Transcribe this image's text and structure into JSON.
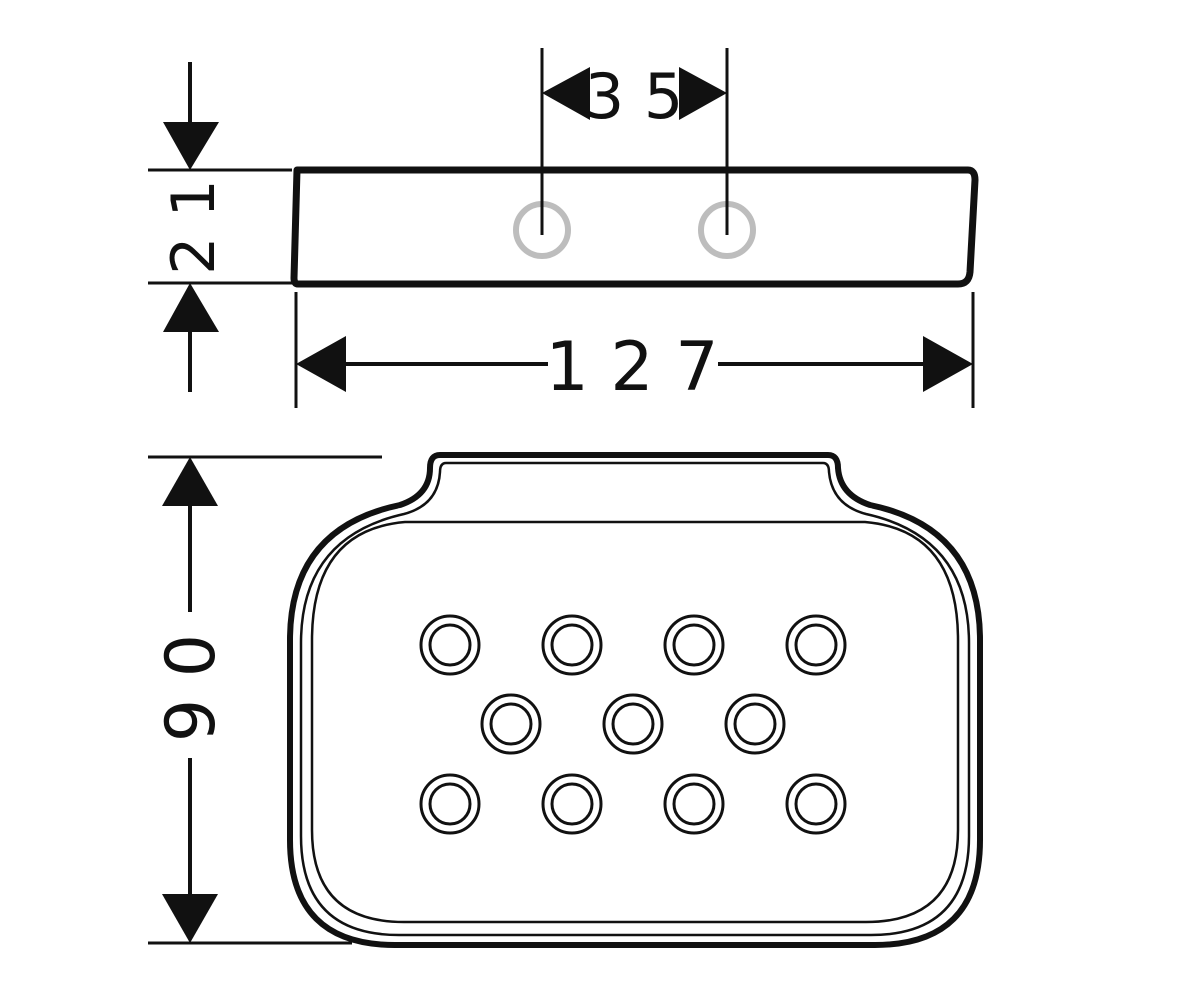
{
  "dimensions": {
    "hole_spacing": "3 5",
    "height": "2 1",
    "width": "1 2 7",
    "depth": "9 0"
  },
  "colors": {
    "line": "#111111",
    "mounting_hole": "#bdbdbd",
    "background": "#ffffff"
  },
  "drainage_holes": {
    "rows": [
      4,
      3,
      4
    ]
  }
}
